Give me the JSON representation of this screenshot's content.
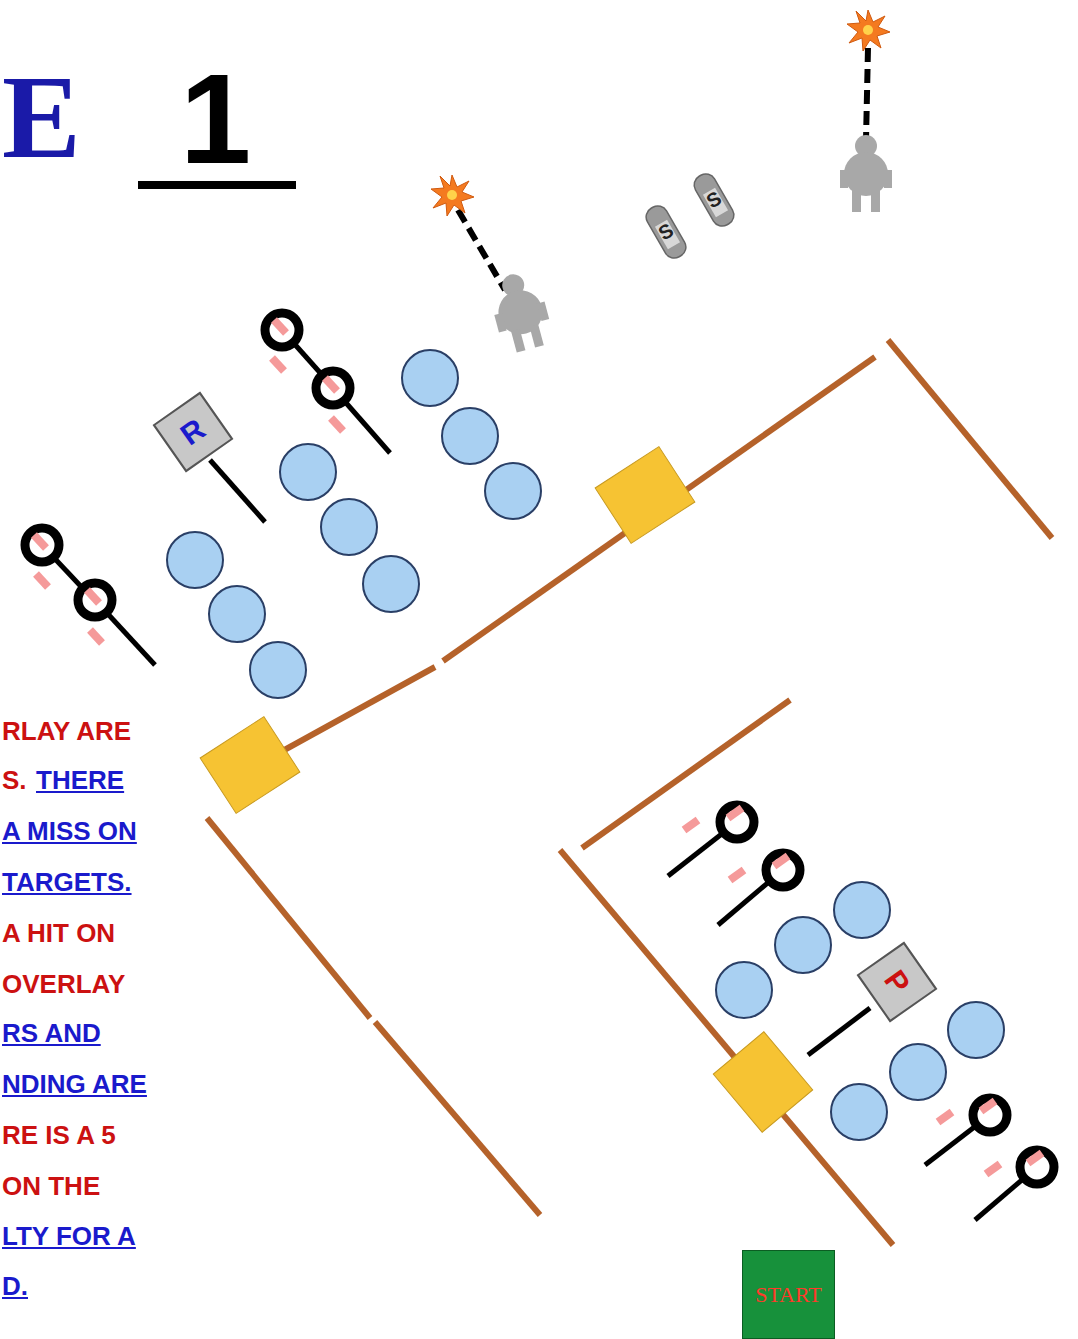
{
  "diagram": {
    "nodes": [
      {
        "text": [
          "R"
        ]
      },
      {
        "text": [
          "P"
        ]
      },
      {
        "text": [
          "START"
        ]
      }
    ],
    "labels": [
      "E",
      "1",
      "S",
      "S",
      "RLAY ARE",
      "S.",
      "THERE",
      "A MISS ON",
      "TARGETS.",
      "A HIT ON",
      "OVERLAY",
      "RS AND",
      "NDING ARE",
      "RE IS A 5",
      "ON THE",
      "LTY FOR A",
      "D."
    ]
  }
}
